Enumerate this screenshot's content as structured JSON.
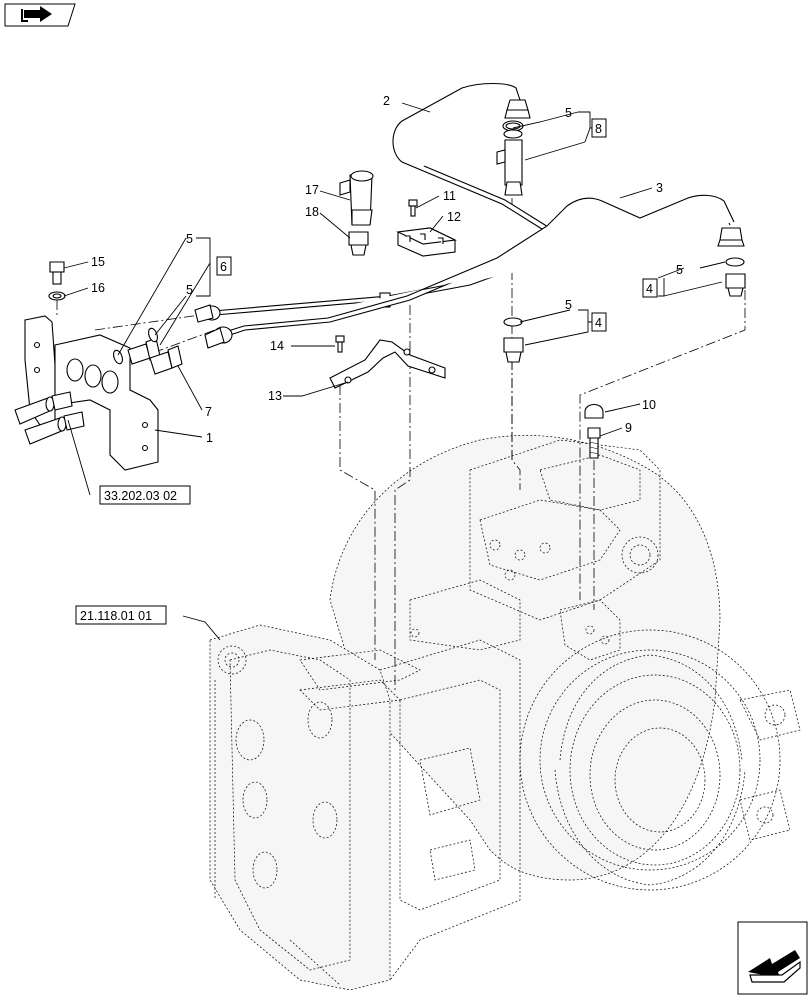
{
  "callouts": {
    "c1": "1",
    "c2": "2",
    "c3": "3",
    "c4a": "4",
    "c4b": "4",
    "c5a": "5",
    "c5b": "5",
    "c5c": "5",
    "c5d": "5",
    "c5e": "5",
    "c6": "6",
    "c7": "7",
    "c8": "8",
    "c9": "9",
    "c10": "10",
    "c11": "11",
    "c12": "12",
    "c13": "13",
    "c14": "14",
    "c15": "15",
    "c16": "16",
    "c17": "17",
    "c18": "18"
  },
  "references": {
    "ref_bracket": "33.202.03 02",
    "ref_housing": "21.118.01 01"
  },
  "icons": {
    "top_left": "book-arrow-icon",
    "bottom_right": "next-page-arrow-icon"
  }
}
